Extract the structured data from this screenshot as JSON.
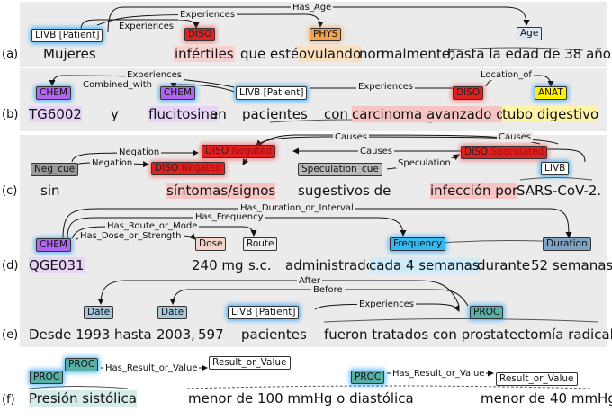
{
  "rows": {
    "a": {
      "label": "(a)",
      "words": [
        "Mujeres",
        "infértiles",
        "que estén",
        "ovulando",
        "normalmente,",
        "hasta la edad de 38 años"
      ],
      "tags": [
        "LIVB [Patient]",
        "DISO",
        "PHYS",
        "Age"
      ],
      "relations": [
        "Has_Age",
        "Experiences",
        "Experiences"
      ]
    },
    "b": {
      "label": "(b)",
      "words": [
        "TG6002",
        "y",
        "flucitosina",
        "en",
        "pacientes",
        "con",
        "carcinoma avanzado de",
        "tubo digestivo"
      ],
      "tags": [
        "CHEM",
        "CHEM",
        "LIVB [Patient]",
        "DISO",
        "ANAT"
      ],
      "relations": [
        "Experiences",
        "Combined_with",
        "Experiences",
        "Location_of"
      ]
    },
    "c": {
      "label": "(c)",
      "words": [
        "sin",
        "síntomas/signos",
        "sugestivos de",
        "infección por",
        "SARS-CoV-2."
      ],
      "tags": [
        "Neg_cue",
        "DISO",
        "DISO",
        "Speculation_cue",
        "DISO",
        "LIVB"
      ],
      "tag_suffixes": [
        "Negated",
        "Negated",
        "Speculated"
      ],
      "relations": [
        "Negation",
        "Negation",
        "Causes",
        "Causes",
        "Causes",
        "Speculation"
      ]
    },
    "d": {
      "label": "(d)",
      "words": [
        "QGE031",
        "240 mg",
        "s.c.",
        "administrado",
        "cada 4 semanas",
        "durante",
        "52 semanas"
      ],
      "tags": [
        "CHEM",
        "Dose",
        "Route",
        "Frequency",
        "Duration"
      ],
      "relations": [
        "Has_Duration_or_Interval",
        "Has_Frequency",
        "Has_Route_or_Mode",
        "Has_Dose_or_Strength"
      ]
    },
    "e": {
      "label": "(e)",
      "words": [
        "Desde 1993 hasta",
        "2003,",
        "597",
        "pacientes",
        "fueron tratados con prostatectomía radical"
      ],
      "tags": [
        "Date",
        "Date",
        "LIVB [Patient]",
        "PROC"
      ],
      "relations": [
        "After",
        "Before",
        "Experiences"
      ]
    },
    "f": {
      "label": "(f)",
      "words": [
        "Presión sistólica",
        "menor de 100 mmHg o diastólica",
        "menor de 40 mmHg."
      ],
      "tags": [
        "PROC",
        "PROC",
        "Result_or_Value",
        "PROC",
        "Result_or_Value"
      ],
      "relations": [
        "Has_Result_or_Value",
        "Has_Result_or_Value"
      ]
    }
  },
  "colors": {
    "DISO": "#e02020",
    "PHYS": "#f5a04a",
    "LIVB": "#ffffff",
    "CHEM": "#b066f0",
    "ANAT": "#fff200",
    "PROC": "#56b0a6",
    "Frequency": "#33b8f0",
    "Date": "#a8c9dc",
    "panel": "#ebebeb"
  }
}
